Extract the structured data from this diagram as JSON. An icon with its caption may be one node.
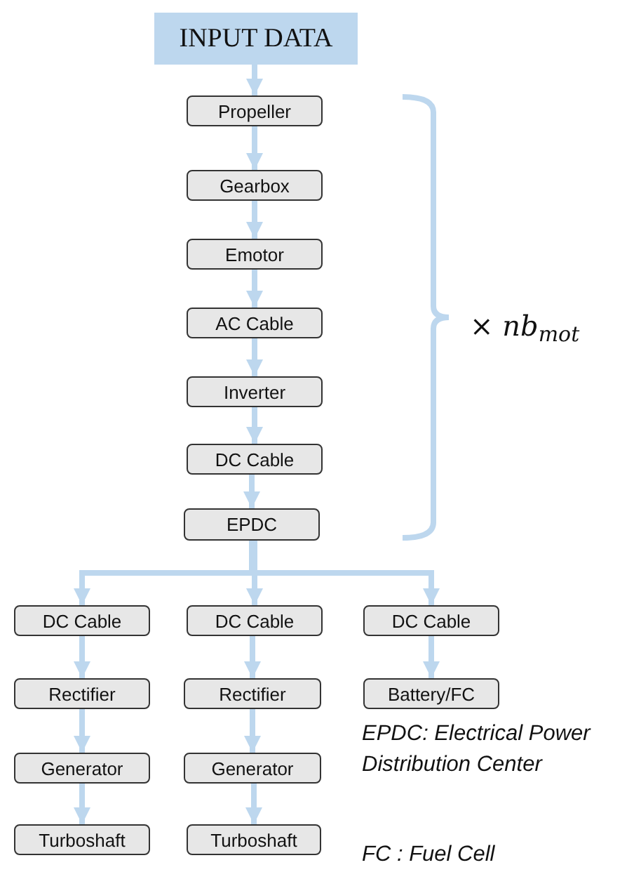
{
  "diagram": {
    "nodes": [
      {
        "text": [
          "INPUT DATA"
        ]
      },
      {
        "text": [
          "Propeller"
        ]
      },
      {
        "text": [
          "Gearbox"
        ]
      },
      {
        "text": [
          "Emotor"
        ]
      },
      {
        "text": [
          "AC Cable"
        ]
      },
      {
        "text": [
          "Inverter"
        ]
      },
      {
        "text": [
          "DC Cable"
        ]
      },
      {
        "text": [
          "EPDC"
        ]
      },
      {
        "text": [
          "DC Cable"
        ]
      },
      {
        "text": [
          "DC Cable"
        ]
      },
      {
        "text": [
          "DC Cable"
        ]
      },
      {
        "text": [
          "Rectifier"
        ]
      },
      {
        "text": [
          "Rectifier"
        ]
      },
      {
        "text": [
          "Battery/FC"
        ]
      },
      {
        "text": [
          "Generator"
        ]
      },
      {
        "text": [
          "Generator"
        ]
      },
      {
        "text": [
          "Turboshaft"
        ]
      },
      {
        "text": [
          "Turboshaft"
        ]
      }
    ],
    "edges": [
      {
        "from": 0,
        "to": 1,
        "arrow": "to"
      },
      {
        "from": 1,
        "to": 2,
        "arrow": "to"
      },
      {
        "from": 2,
        "to": 3,
        "arrow": "to"
      },
      {
        "from": 3,
        "to": 4,
        "arrow": "to"
      },
      {
        "from": 4,
        "to": 5,
        "arrow": "to"
      },
      {
        "from": 5,
        "to": 6,
        "arrow": "to"
      },
      {
        "from": 6,
        "to": 7,
        "arrow": "to"
      },
      {
        "from": 7,
        "to": 8,
        "arrow": "to"
      },
      {
        "from": 7,
        "to": 9,
        "arrow": "to"
      },
      {
        "from": 7,
        "to": 10,
        "arrow": "to"
      },
      {
        "from": 8,
        "to": 11,
        "arrow": "to"
      },
      {
        "from": 9,
        "to": 12,
        "arrow": "to"
      },
      {
        "from": 10,
        "to": 13,
        "arrow": "to"
      },
      {
        "from": 11,
        "to": 14,
        "arrow": "to"
      },
      {
        "from": 12,
        "to": 15,
        "arrow": "to"
      },
      {
        "from": 14,
        "to": 16,
        "arrow": "to"
      },
      {
        "from": 15,
        "to": 17,
        "arrow": "to"
      }
    ],
    "labels": [
      "× nb$_{mot}$",
      "EPDC: Electrical Power Distribution Center",
      "FC : Fuel Cell"
    ]
  }
}
